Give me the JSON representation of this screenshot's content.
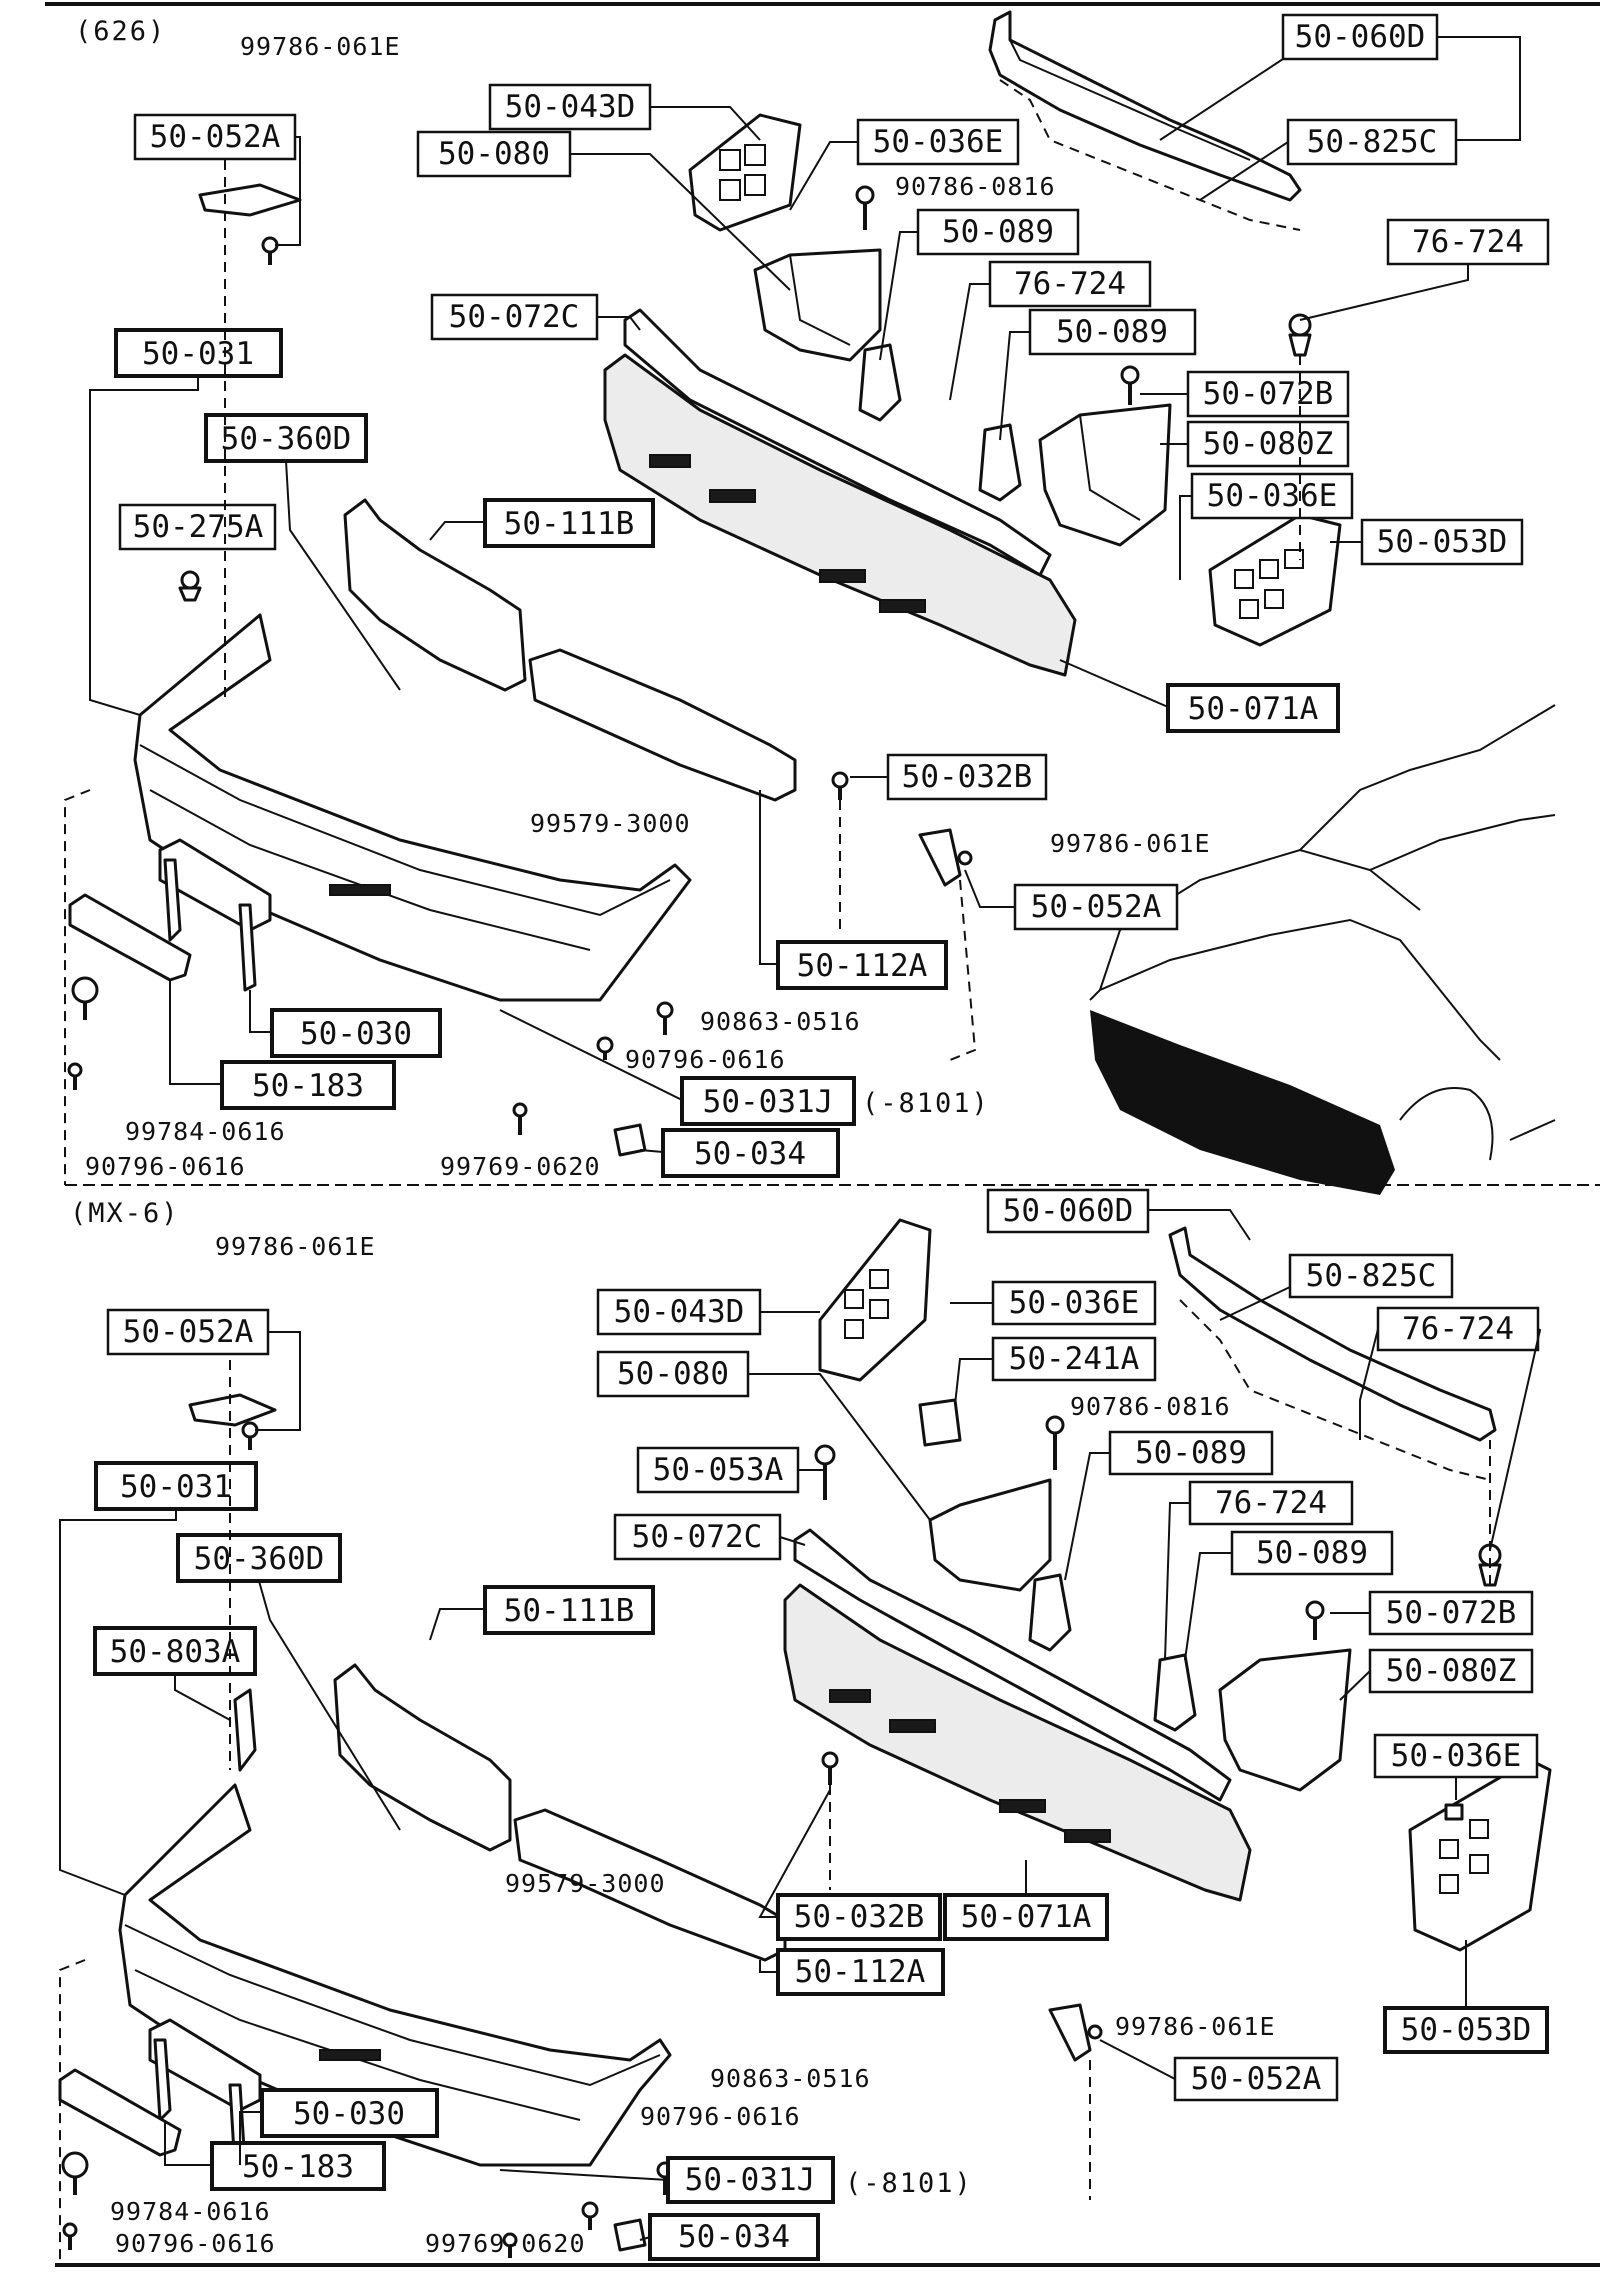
{
  "sections": [
    {
      "id": "626",
      "heading": "(626)",
      "labels": [
        "50-060D",
        "50-043D",
        "50-036E",
        "50-825C",
        "50-080",
        "50-089",
        "76-724",
        "50-072C",
        "76-724",
        "50-089",
        "50-072B",
        "50-080Z",
        "50-036E",
        "50-053D",
        "50-052A",
        "50-031",
        "50-360D",
        "50-275A",
        "50-111B",
        "50-071A",
        "50-032B",
        "50-052A",
        "50-112A",
        "50-030",
        "50-183",
        "50-031J",
        "50-034"
      ],
      "part_numbers": [
        "99786-061E",
        "90786-0816",
        "99579-3000",
        "99786-061E",
        "90863-0516",
        "90796-0616",
        "99784-0616",
        "90796-0616",
        "99769-0620"
      ],
      "note": "(-8101)"
    },
    {
      "id": "mx6",
      "heading": "(MX-6)",
      "labels": [
        "50-060D",
        "50-825C",
        "50-043D",
        "50-036E",
        "76-724",
        "50-241A",
        "50-080",
        "50-089",
        "50-053A",
        "76-724",
        "50-072C",
        "50-089",
        "50-072B",
        "50-080Z",
        "50-052A",
        "50-031",
        "50-360D",
        "50-111B",
        "50-803A",
        "50-036E",
        "50-032B",
        "50-071A",
        "50-112A",
        "50-053D",
        "50-052A",
        "50-030",
        "50-183",
        "50-031J",
        "50-034"
      ],
      "part_numbers": [
        "99786-061E",
        "90786-0816",
        "99579-3000",
        "99786-061E",
        "90863-0516",
        "90796-0616",
        "99784-0616",
        "90796-0616",
        "99769-0620"
      ],
      "note": "(-8101)"
    }
  ]
}
